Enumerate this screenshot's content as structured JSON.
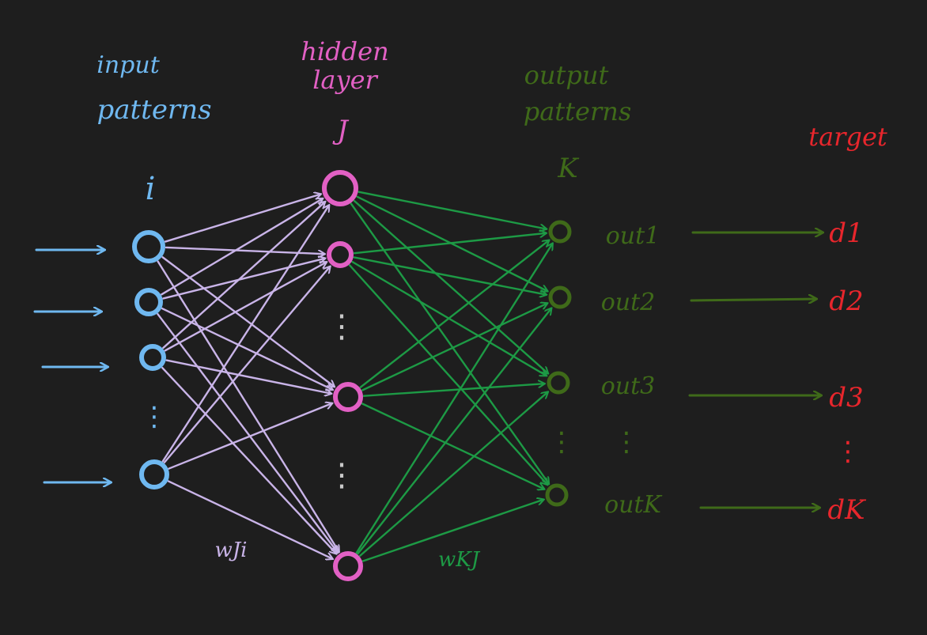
{
  "colors": {
    "background": "#1e1e1e",
    "input": "#6fb8f0",
    "hidden": "#e260c4",
    "output": "#3f6a19",
    "target": "#e8262c",
    "weights_ji": "#c9b4e8",
    "weights_kj": "#1d9a45"
  },
  "labels": {
    "input_title_1": "input",
    "input_title_2": "patterns",
    "input_index": "i",
    "hidden_title_1": "hidden",
    "hidden_title_2": "layer",
    "hidden_index": "J",
    "output_title_1": "output",
    "output_title_2": "patterns",
    "output_index": "K",
    "target_title": "target",
    "weight_ji": "wJi",
    "weight_kj": "wKJ",
    "ellipsis": "⋮"
  },
  "outputs": [
    "out1",
    "out2",
    "out3",
    "outK"
  ],
  "targets": [
    "d1",
    "d2",
    "d3",
    "dK"
  ]
}
